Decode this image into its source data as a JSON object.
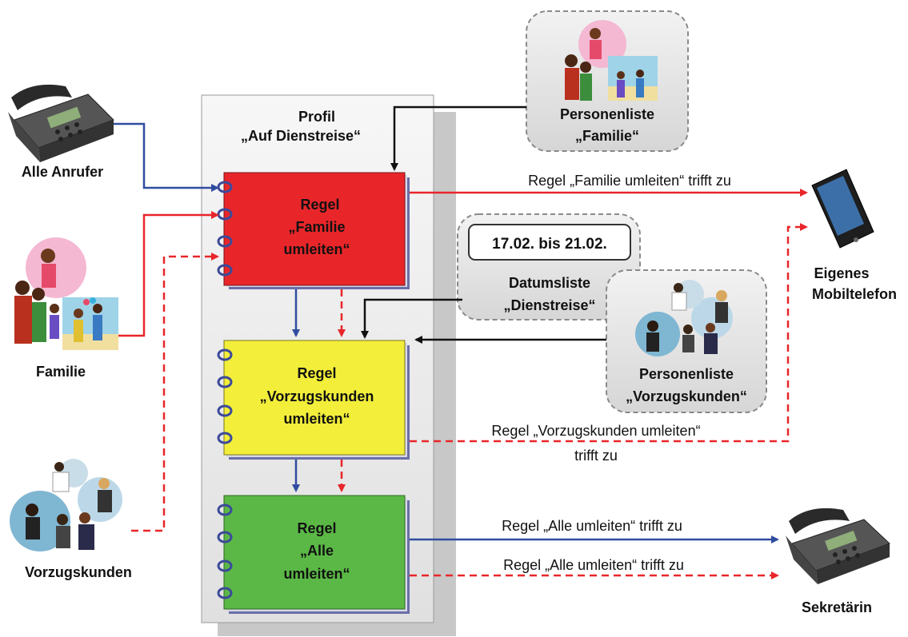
{
  "profile": {
    "line1": "Profil",
    "line2": "„Auf Dienstreise“"
  },
  "rules": [
    {
      "line1": "Regel",
      "line2": "„Familie",
      "line3": "umleiten“",
      "color": "#e8262a"
    },
    {
      "line1": "Regel",
      "line2": "„Vorzugskunden",
      "line3": "umleiten“",
      "color": "#f2ee3a"
    },
    {
      "line1": "Regel",
      "line2": "„Alle",
      "line3": "umleiten“",
      "color": "#5bb846"
    }
  ],
  "sources": {
    "alle_anrufer": "Alle Anrufer",
    "familie": "Familie",
    "vorzugskunden": "Vorzugskunden"
  },
  "lists": {
    "familie": {
      "line1": "Personenliste",
      "line2": "„Familie“"
    },
    "datum": {
      "dates": "17.02. bis 21.02.",
      "line1": "Datumsliste",
      "line2": "„Dienstreise“"
    },
    "vorzugskunden": {
      "line1": "Personenliste",
      "line2": "„Vorzugskunden“"
    }
  },
  "targets": {
    "mobil": {
      "line1": "Eigenes",
      "line2": "Mobiltelefon"
    },
    "sekretaerin": "Sekretärin"
  },
  "arrow_labels": {
    "familie": "Regel „Familie umleiten“ trifft zu",
    "vorzugskunden_1": "Regel „Vorzugskunden umleiten“",
    "vorzugskunden_2": "trifft zu",
    "alle_solid": "Regel „Alle umleiten“ trifft zu",
    "alle_dashed": "Regel „Alle umleiten“ trifft zu"
  },
  "colors": {
    "blue": "#2f4da0",
    "red": "#e8262a",
    "black": "#111111"
  }
}
